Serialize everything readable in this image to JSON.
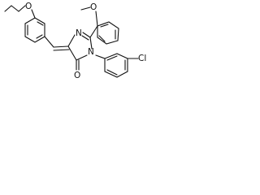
{
  "molecule": {
    "atoms": {
      "O_ethoxy": "O",
      "O_methoxy": "O",
      "N_ring_top": "N",
      "N_ring": "N",
      "O_carbonyl": "O",
      "Cl": "Cl"
    }
  }
}
